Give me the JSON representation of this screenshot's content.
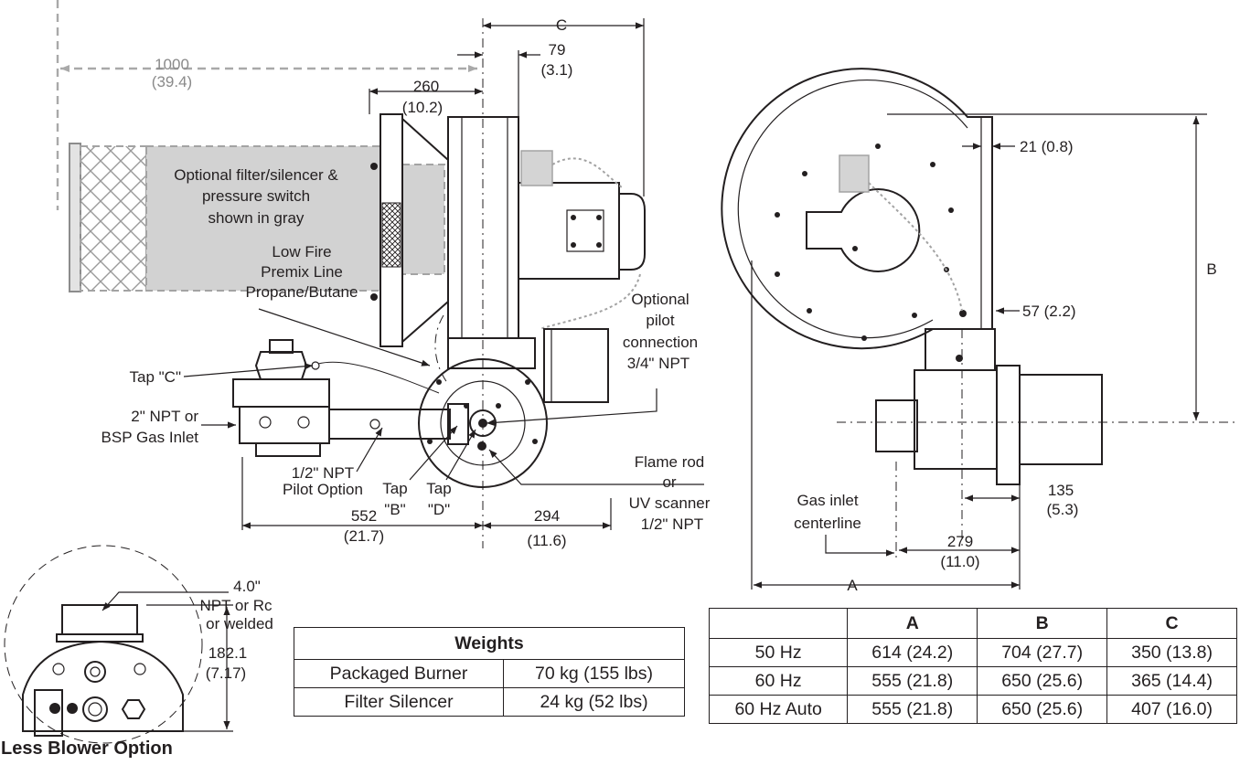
{
  "labels": {
    "dim_1000": "1000",
    "dim_1000_in": "(39.4)",
    "dim_c": "C",
    "dim_79": "79",
    "dim_79_in": "(3.1)",
    "dim_260": "260",
    "dim_260_in": "(10.2)",
    "filter_note_1": "Optional filter/silencer &",
    "filter_note_2": "pressure switch",
    "filter_note_3": "shown in gray",
    "low_fire_1": "Low Fire",
    "low_fire_2": "Premix Line",
    "low_fire_3": "Propane/Butane",
    "pilot_conn_1": "Optional",
    "pilot_conn_2": "pilot",
    "pilot_conn_3": "connection",
    "pilot_conn_4": "3/4\" NPT",
    "tap_c": "Tap \"C\"",
    "gas_inlet_1": "2\" NPT or",
    "gas_inlet_2": "BSP Gas Inlet",
    "pilot_opt_1": "1/2\" NPT",
    "pilot_opt_2": "Pilot Option",
    "tap_b_1": "Tap",
    "tap_b_2": "\"B\"",
    "tap_d_1": "Tap",
    "tap_d_2": "\"D\"",
    "flame_rod_1": "Flame rod",
    "flame_rod_2": "or",
    "flame_rod_3": "UV scanner",
    "flame_rod_4": "1/2\" NPT",
    "dim_552": "552",
    "dim_552_in": "(21.7)",
    "dim_294": "294",
    "dim_294_in": "(11.6)",
    "dim_21": "21 (0.8)",
    "dim_b": "B",
    "dim_57": "57 (2.2)",
    "dim_135": "135",
    "dim_135_in": "(5.3)",
    "gas_centerline_1": "Gas inlet",
    "gas_centerline_2": "centerline",
    "dim_279": "279",
    "dim_279_in": "(11.0)",
    "dim_a": "A",
    "less_npt_1": "4.0\"",
    "less_npt_2": "NPT or Rc",
    "less_npt_3": "or welded",
    "dim_182": "182.1",
    "dim_182_in": "(7.17)"
  },
  "caption": "Less Blower Option",
  "weights_table": {
    "title": "Weights",
    "rows": [
      {
        "item": "Packaged Burner",
        "weight": "70 kg (155 lbs)"
      },
      {
        "item": "Filter Silencer",
        "weight": "24 kg (52 lbs)"
      }
    ]
  },
  "dims_table": {
    "headers": [
      "",
      "A",
      "B",
      "C"
    ],
    "rows": [
      {
        "label": "50 Hz",
        "a": "614 (24.2)",
        "b": "704 (27.7)",
        "c": "350 (13.8)"
      },
      {
        "label": "60 Hz",
        "a": "555 (21.8)",
        "b": "650 (25.6)",
        "c": "365 (14.4)"
      },
      {
        "label": "60 Hz Auto",
        "a": "555 (21.8)",
        "b": "650 (25.6)",
        "c": "407 (16.0)"
      }
    ]
  }
}
